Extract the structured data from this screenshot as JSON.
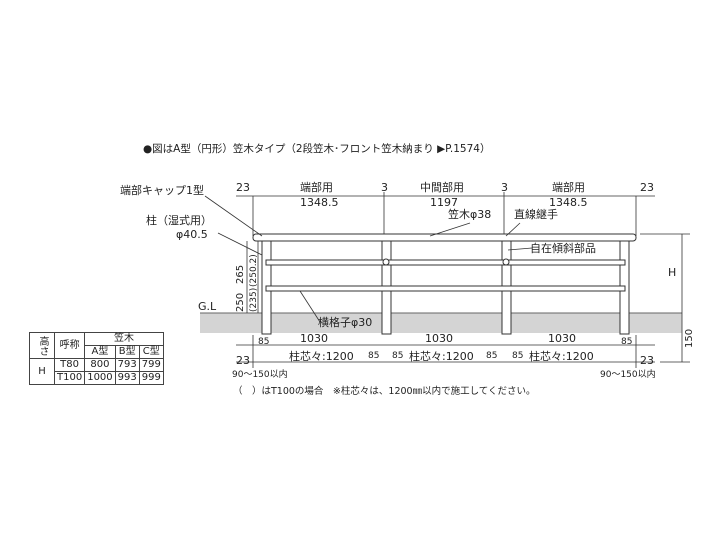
{
  "caption": "●図はA型（円形）笠木タイプ（2段笠木･フロント笠木納まり ▶P.1574）",
  "labels": {
    "end_cap": "端部キャップ1型",
    "post": "柱（湿式用）",
    "post_dia": "φ40.5",
    "kasagi": "笠木φ38",
    "straight_joint": "直線継手",
    "free_slope": "自在傾斜部品",
    "rail": "横格子φ30",
    "gl": "G.L",
    "h": "H"
  },
  "dimensions": {
    "top_left_23": "23",
    "top_right_23": "23",
    "gap_left": "3",
    "gap_right": "3",
    "end_section": "端部用",
    "end_length": "1348.5",
    "mid_section": "中間部用",
    "mid_length": "1197",
    "height_265": "265",
    "height_250": "250",
    "height_2502": "(250.2)",
    "height_235": "(235)",
    "span_1030": "1030",
    "post_85": "85",
    "post_pitch": "柱芯々:1200",
    "bottom_23": "23",
    "embed_range": "90～150以内",
    "depth_150": "150"
  },
  "table": {
    "col_height": "高さ",
    "col_name": "呼称",
    "col_kasagi": "笠木",
    "col_h": "H",
    "types": [
      "A型",
      "B型",
      "C型"
    ],
    "rows": [
      {
        "name": "T80",
        "a": "800",
        "b": "793",
        "c": "799"
      },
      {
        "name": "T100",
        "a": "1000",
        "b": "993",
        "c": "999"
      }
    ]
  },
  "note": "（　）はT100の場合　※柱芯々は、1200㎜以内で施工してください。"
}
